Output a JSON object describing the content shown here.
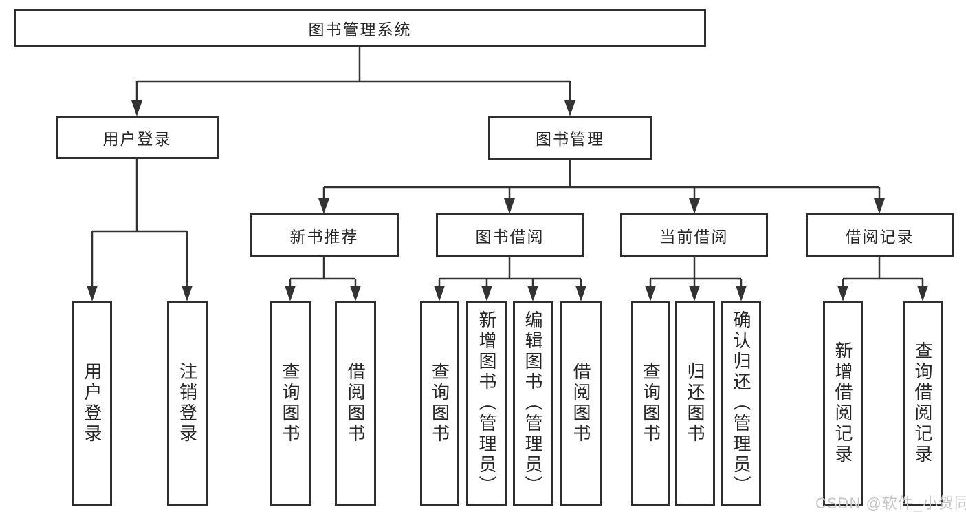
{
  "diagram": {
    "watermark": "CSDN @软件_小贺同学",
    "colors": {
      "line": "#333333",
      "box_border": "#2e2e2e",
      "box_fill": "#ffffff",
      "text": "#262626",
      "background": "#ffffff",
      "watermark": "#c6c6c6"
    },
    "tree": {
      "label": "图书管理系统",
      "children": [
        {
          "label": "用户登录",
          "children": [
            {
              "label": "用户登录"
            },
            {
              "label": "注销登录"
            }
          ]
        },
        {
          "label": "图书管理",
          "children": [
            {
              "label": "新书推荐",
              "children": [
                {
                  "label": "查询图书"
                },
                {
                  "label": "借阅图书"
                }
              ]
            },
            {
              "label": "图书借阅",
              "children": [
                {
                  "label": "查询图书"
                },
                {
                  "label": "新增图书（管理员）"
                },
                {
                  "label": "编辑图书（管理员）"
                },
                {
                  "label": "借阅图书"
                }
              ]
            },
            {
              "label": "当前借阅",
              "children": [
                {
                  "label": "查询图书"
                },
                {
                  "label": "归还图书"
                },
                {
                  "label": "确认归还（管理员）"
                }
              ]
            },
            {
              "label": "借阅记录",
              "children": [
                {
                  "label": "新增借阅记录"
                },
                {
                  "label": "查询借阅记录"
                }
              ]
            }
          ]
        }
      ]
    }
  }
}
